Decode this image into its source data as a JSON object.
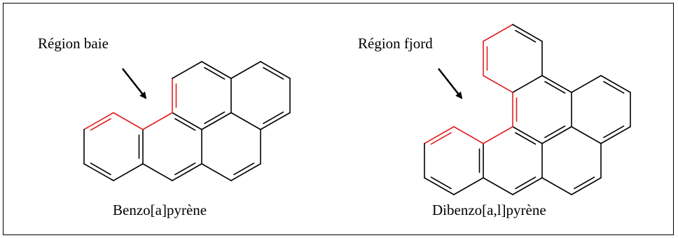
{
  "labels": {
    "bay_region": "Région baie",
    "fjord_region": "Région fjord",
    "molecule_left": "Benzo[a]pyrène",
    "molecule_right": "Dibenzo[a,l]pyrène"
  },
  "colors": {
    "bond": "#000000",
    "highlight": "#e02020"
  }
}
